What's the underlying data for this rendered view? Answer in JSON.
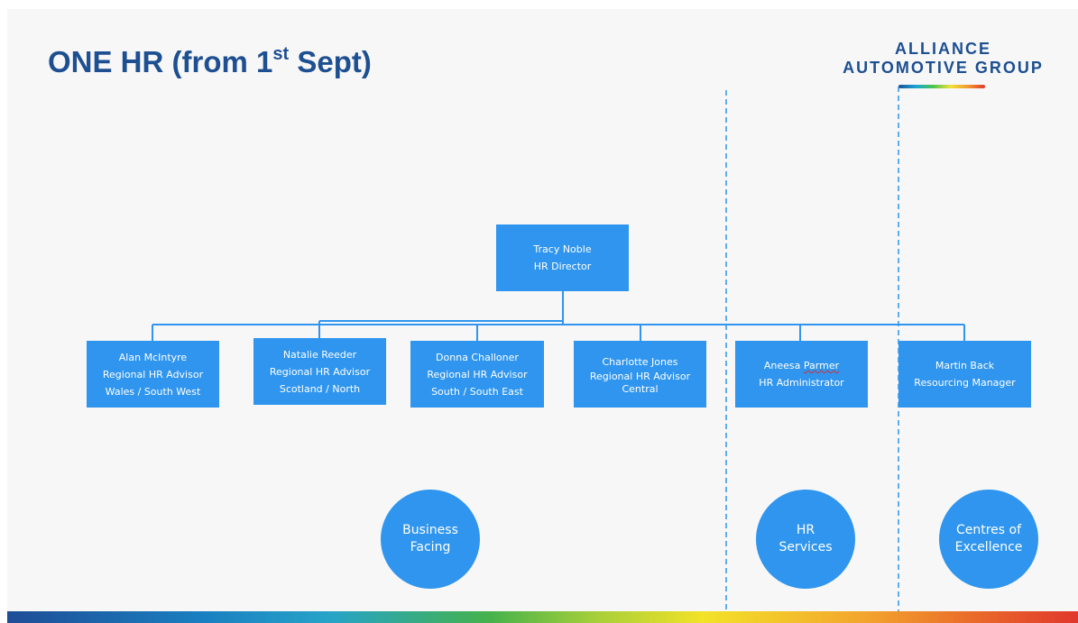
{
  "title": {
    "text": "ONE HR (from 1",
    "sup": "st",
    "rest": " Sept)"
  },
  "logo": {
    "line1": "ALLIANCE",
    "line2": "AUTOMOTIVE GROUP"
  },
  "director": {
    "name": "Tracy Noble",
    "role": "HR Director"
  },
  "reports": [
    {
      "name": "Alan McIntyre",
      "role": "Regional HR Advisor",
      "region": "Wales / South West"
    },
    {
      "name": "Natalie Reeder",
      "role": "Regional HR Advisor",
      "region": "Scotland / North"
    },
    {
      "name": "Donna Challoner",
      "role": "Regional HR Advisor",
      "region": "South / South East"
    },
    {
      "name": "Charlotte Jones",
      "role": "Regional HR Advisor",
      "region": "Central"
    },
    {
      "name_first": "Aneesa ",
      "name_last": "Parmer",
      "role": "HR Administrator"
    },
    {
      "name": "Martin Back",
      "role": "Resourcing Manager"
    }
  ],
  "groups": [
    {
      "line1": "Business",
      "line2": "Facing"
    },
    {
      "line1": "HR",
      "line2": "Services"
    },
    {
      "line1": "Centres of",
      "line2": "Excellence"
    }
  ],
  "colors": {
    "box": "#2f95ee",
    "title": "#1d4f91",
    "connector": "#2f95ee",
    "divider": "#2f95ee"
  }
}
